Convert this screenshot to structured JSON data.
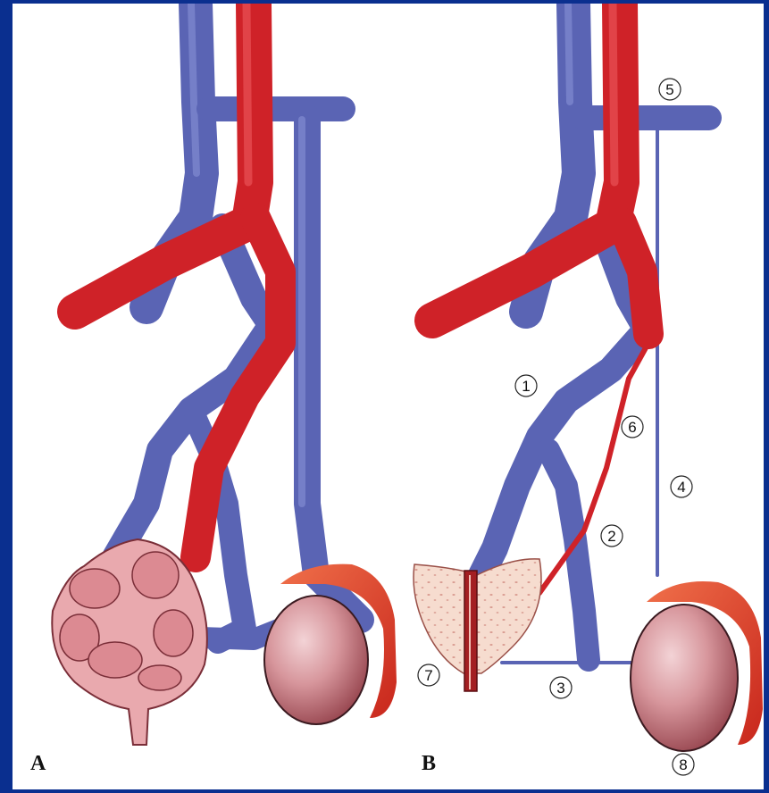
{
  "figure": {
    "panels": [
      {
        "id": "A",
        "label": "A"
      },
      {
        "id": "B",
        "label": "B"
      }
    ],
    "callouts": [
      {
        "id": "1",
        "text": "1"
      },
      {
        "id": "2",
        "text": "2"
      },
      {
        "id": "3",
        "text": "3"
      },
      {
        "id": "4",
        "text": "4"
      },
      {
        "id": "5",
        "text": "5"
      },
      {
        "id": "6",
        "text": "6"
      },
      {
        "id": "7",
        "text": "7"
      },
      {
        "id": "8",
        "text": "8"
      }
    ]
  },
  "colors": {
    "frame": "#0a2f8f",
    "vein": "#5a64b4",
    "artery": "#cf2228",
    "testis": "#c97c84",
    "epididymis": "#e04a2c",
    "prostate": "#f4d5c8"
  }
}
